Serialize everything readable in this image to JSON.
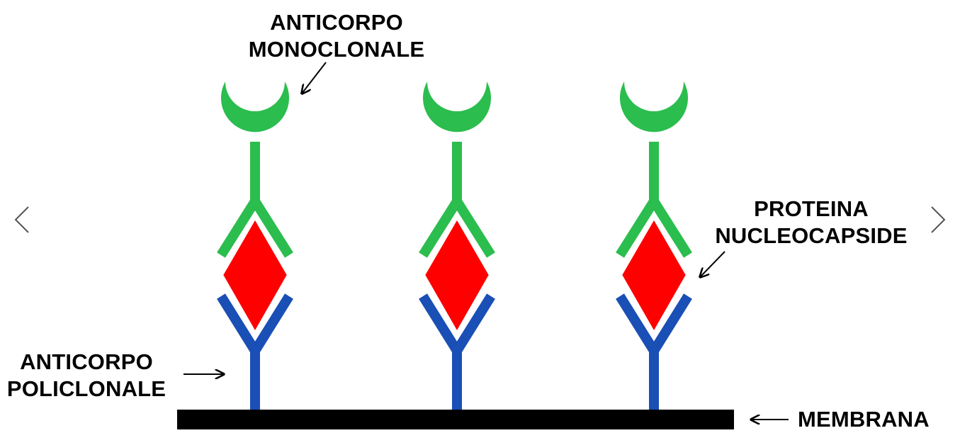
{
  "labels": {
    "monoclonal": [
      "ANTICORPO",
      "MONOCLONALE"
    ],
    "nucleocapsid": [
      "PROTEINA",
      "NUCLEOCAPSIDE"
    ],
    "polyclonal": [
      "ANTICORPO",
      "POLICLONALE"
    ],
    "membrane": "MEMBRANA"
  },
  "colors": {
    "monoclonal": "#2bbd4e",
    "polyclonal": "#1a4fb5",
    "protein": "#ff0000",
    "membrane": "#000000",
    "arrow": "#000000",
    "nav": "#555555"
  },
  "icons": {
    "prev": "chevron-left-icon",
    "next": "chevron-right-icon"
  }
}
